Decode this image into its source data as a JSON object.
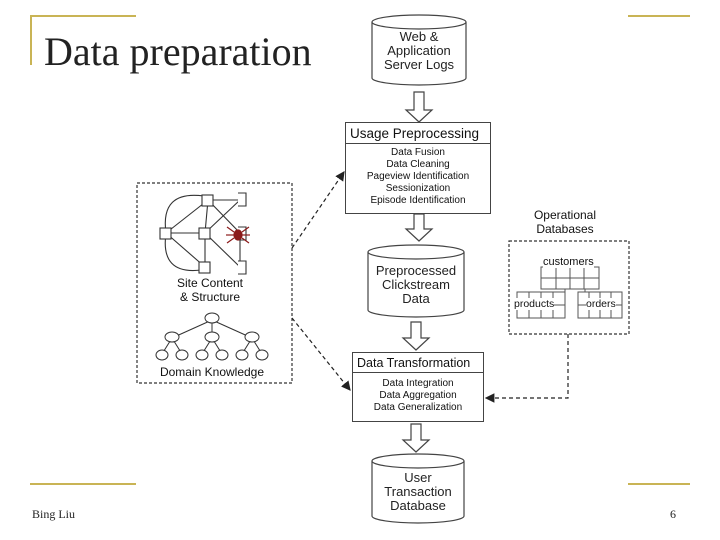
{
  "slide": {
    "title": "Data preparation",
    "footer_left": "Bing Liu",
    "page_number": "6",
    "accent_color": "#c9b455"
  },
  "diagram": {
    "web_logs": [
      "Web &",
      "Application",
      "Server Logs"
    ],
    "usage_preprocessing": {
      "title": "Usage Preprocessing",
      "steps": [
        "Data Fusion",
        "Data Cleaning",
        "Pageview Identification",
        "Sessionization",
        "Episode Identification"
      ]
    },
    "preprocessed": [
      "Preprocessed",
      "Clickstream",
      "Data"
    ],
    "data_transformation": {
      "title": "Data Transformation",
      "steps": [
        "Data Integration",
        "Data Aggregation",
        "Data Generalization"
      ]
    },
    "user_db": [
      "User",
      "Transaction",
      "Database"
    ],
    "site_content": [
      "Site Content",
      "& Structure"
    ],
    "domain_knowledge": "Domain Knowledge",
    "operational": {
      "title": [
        "Operational",
        "Databases"
      ],
      "tables": [
        "customers",
        "products",
        "orders"
      ]
    }
  }
}
